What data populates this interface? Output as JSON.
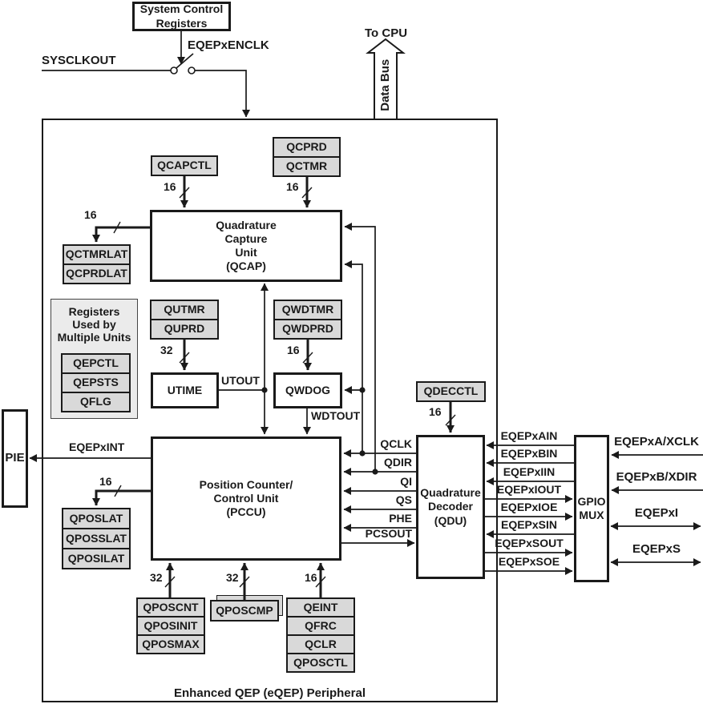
{
  "diagram_title": "Enhanced QEP (eQEP) Peripheral",
  "external": {
    "system_control_registers": "System Control\nRegisters",
    "sysclkout_label": "SYSCLKOUT",
    "enclk_label": "EQEPxENCLK",
    "to_cpu_label": "To CPU",
    "data_bus_label": "Data Bus",
    "pie_label": "PIE",
    "gpio_mux_label": "GPIO\nMUX",
    "pins": [
      "EQEPxA/XCLK",
      "EQEPxB/XDIR",
      "EQEPxI",
      "EQEPxS"
    ]
  },
  "units": {
    "qcap": "Quadrature\nCapture\nUnit\n(QCAP)",
    "utime": "UTIME",
    "qwdog": "QWDOG",
    "pccu": "Position Counter/\nControl Unit\n(PCCU)",
    "qdu": "Quadrature\nDecoder\n(QDU)"
  },
  "registers": {
    "qcapctl": "QCAPCTL",
    "qcprd": "QCPRD",
    "qctmr": "QCTMR",
    "qctmrlat": "QCTMRLAT",
    "qcprdlat": "QCPRDLAT",
    "multi_units_title": "Registers\nUsed by\nMultiple Units",
    "qepctl": "QEPCTL",
    "qepsts": "QEPSTS",
    "qflg": "QFLG",
    "qutmr": "QUTMR",
    "quprd": "QUPRD",
    "qwdtmr": "QWDTMR",
    "qwdprd": "QWDPRD",
    "qdecctl": "QDECCTL",
    "qposlat": "QPOSLAT",
    "qposslat": "QPOSSLAT",
    "qposilat": "QPOSILAT",
    "qposcnt": "QPOSCNT",
    "qposinit": "QPOSINIT",
    "qposmax": "QPOSMAX",
    "qposcmp": "QPOSCMP",
    "qeint": "QEINT",
    "qfrc": "QFRC",
    "qclr": "QCLR",
    "qposctl": "QPOSCTL"
  },
  "signals": {
    "eqepxint": "EQEPxINT",
    "utout": "UTOUT",
    "wdtout": "WDTOUT",
    "pccu_qdu": [
      "QCLK",
      "QDIR",
      "QI",
      "QS",
      "PHE",
      "PCSOUT"
    ],
    "qdu_gpio": [
      "EQEPxAIN",
      "EQEPxBIN",
      "EQEPxIIN",
      "EQEPxIOUT",
      "EQEPxIOE",
      "EQEPxSIN",
      "EQEPxSOUT",
      "EQEPxSOE"
    ]
  },
  "bus_widths": {
    "w16": "16",
    "w32": "32"
  },
  "colors": {
    "line": "#1a1a1a",
    "register_fill": "#d9d9d9",
    "container_fill": "#ebebeb"
  }
}
